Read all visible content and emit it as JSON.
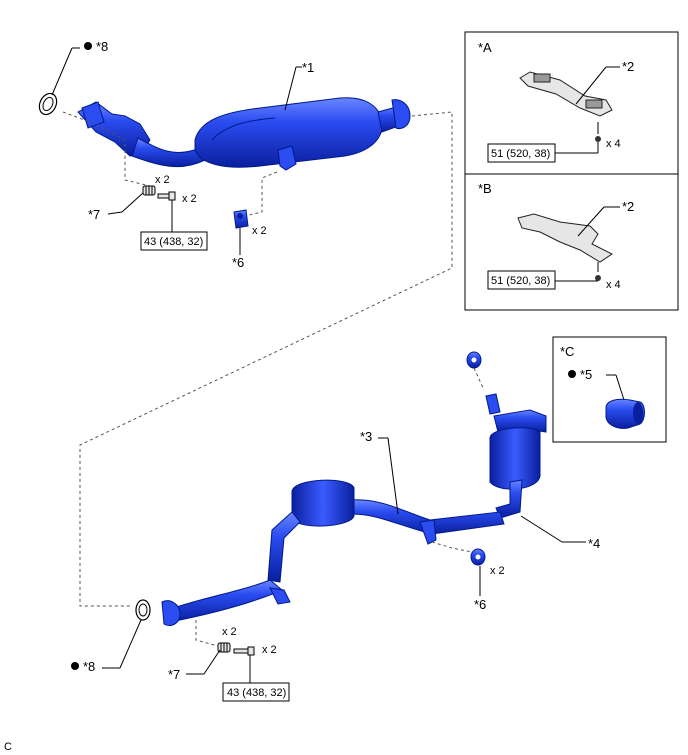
{
  "callouts": {
    "p1": "*1",
    "p2a": "*2",
    "p2b": "*2",
    "p3": "*3",
    "p4": "*4",
    "p5": "*5",
    "p6a": "*6",
    "p6b": "*6",
    "p7a": "*7",
    "p7b": "*7",
    "p8a": "*8",
    "p8b": "*8"
  },
  "detail_titles": {
    "a": "*A",
    "b": "*B",
    "c": "*C"
  },
  "quantities": {
    "q7a": "x 2",
    "q_bolt_a": "x 2",
    "q6a": "x 2",
    "q2a": "x 4",
    "q2b": "x 4",
    "q6b": "x 2",
    "q7b": "x 2",
    "q_bolt_b": "x 2"
  },
  "torque": {
    "t_front": "43 (438, 32)",
    "t_a": "51 (520, 38)",
    "t_b": "51 (520, 38)",
    "t_rear": "43 (438, 32)"
  },
  "footer_code": "C",
  "colors": {
    "part_blue": "#1c3ddc",
    "part_dark": "#0a1f9e",
    "bracket_gray": "#e6e6e6"
  },
  "icons": {
    "new_part_marker": "filled-circle"
  }
}
